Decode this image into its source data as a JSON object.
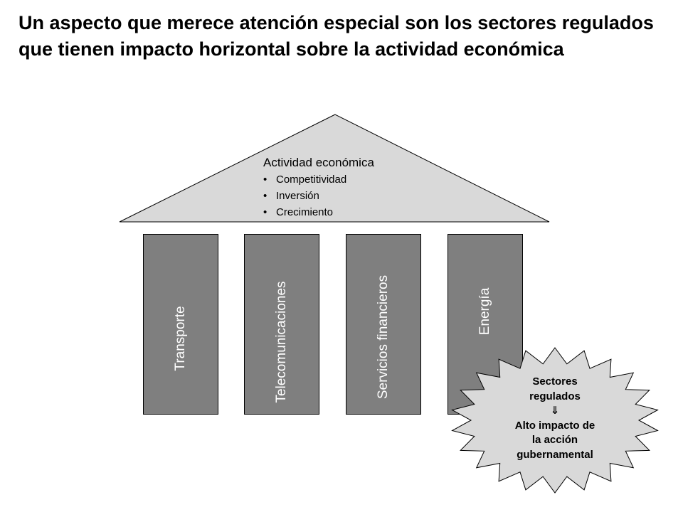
{
  "title": "Un aspecto que merece atención especial son los sectores regulados que tienen impacto horizontal sobre la actividad económica",
  "roof": {
    "heading": "Actividad económica",
    "bullet_symbol": "•",
    "items": [
      "Competitividad",
      "Inversión",
      "Crecimiento"
    ]
  },
  "pillars": [
    {
      "label": "Transporte"
    },
    {
      "label": "Telecomunicaciones"
    },
    {
      "label": "Servicios financieros"
    },
    {
      "label": "Energía"
    }
  ],
  "burst": {
    "line1": "Sectores",
    "line2": "regulados",
    "arrow": "⇓",
    "line3": "Alto impacto de",
    "line4": "la acción",
    "line5": "gubernamental"
  },
  "colors": {
    "roof_fill": "#d9d9d9",
    "pillar_fill": "#7f7f7f",
    "burst_fill": "#d9d9d9",
    "outline": "#000000"
  }
}
